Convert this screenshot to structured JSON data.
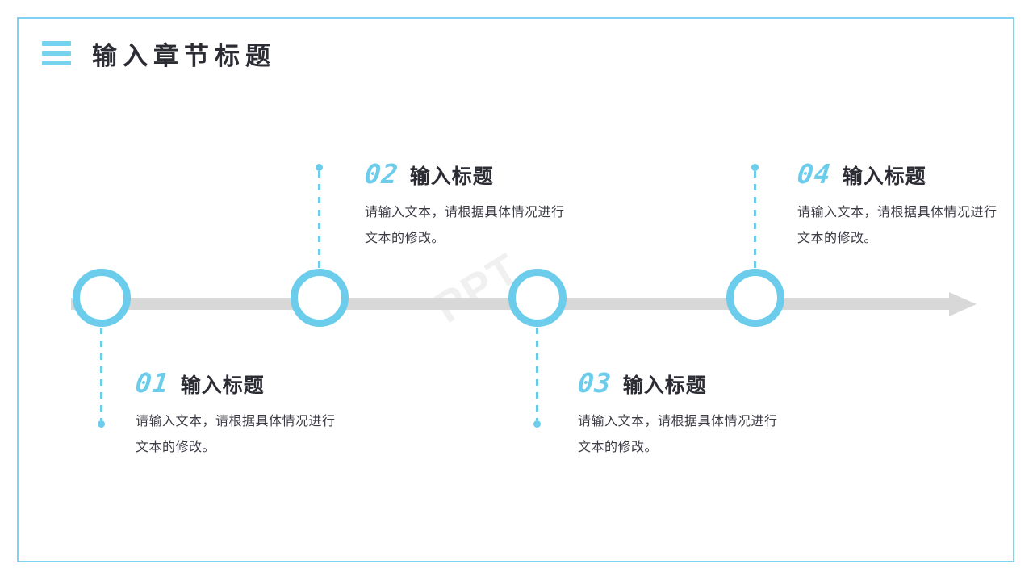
{
  "slide": {
    "background_color": "#ffffff",
    "border_color": "#7ed3f0",
    "accent_color": "#6bcdeb",
    "axis_color": "#d8d8d8",
    "text_color": "#2c2c34"
  },
  "header": {
    "menu_icon": "hamburger-menu-icon",
    "title": "输入章节标题"
  },
  "timeline": {
    "arrow_icon": "right-arrow-icon",
    "items": [
      {
        "number": "01",
        "title": "输入标题",
        "body": "请输入文本，请根据具体情况进行文本的修改。",
        "position": "below"
      },
      {
        "number": "02",
        "title": "输入标题",
        "body": "请输入文本，请根据具体情况进行文本的修改。",
        "position": "above"
      },
      {
        "number": "03",
        "title": "输入标题",
        "body": "请输入文本，请根据具体情况进行文本的修改。",
        "position": "below"
      },
      {
        "number": "04",
        "title": "输入标题",
        "body": "请输入文本，请根据具体情况进行文本的修改。",
        "position": "above"
      }
    ]
  },
  "watermark": {
    "text": "PPT"
  }
}
